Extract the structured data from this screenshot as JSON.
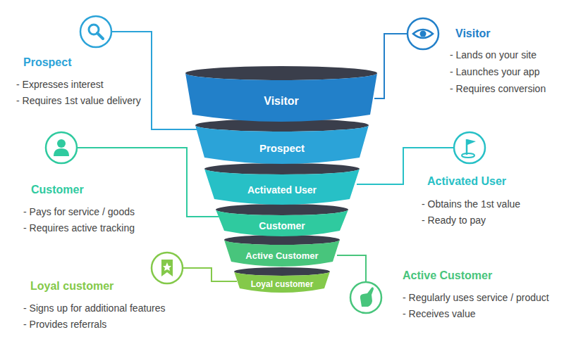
{
  "diagram": {
    "nodes": [
      {
        "text": [
          "Visitor"
        ]
      },
      {
        "text": [
          "Prospect"
        ]
      },
      {
        "text": [
          "Activated User"
        ]
      },
      {
        "text": [
          "Customer"
        ]
      },
      {
        "text": [
          "Active Customer"
        ]
      },
      {
        "text": [
          "Loyal customer"
        ]
      }
    ],
    "labels": [
      "Visitor",
      "- Lands on your site",
      "- Launches your app",
      "- Requires conversion",
      "Prospect",
      "- Expresses interest",
      "- Requires 1st value delivery",
      "Customer",
      "- Pays for service / goods",
      "- Requires active tracking",
      "Activated User",
      "- Obtains the 1st value",
      "- Ready to pay",
      "Active Customer",
      "- Regularly uses service / product",
      "- Receives value",
      "Loyal customer",
      "- Signs up for additional features",
      "- Provides referrals"
    ]
  }
}
